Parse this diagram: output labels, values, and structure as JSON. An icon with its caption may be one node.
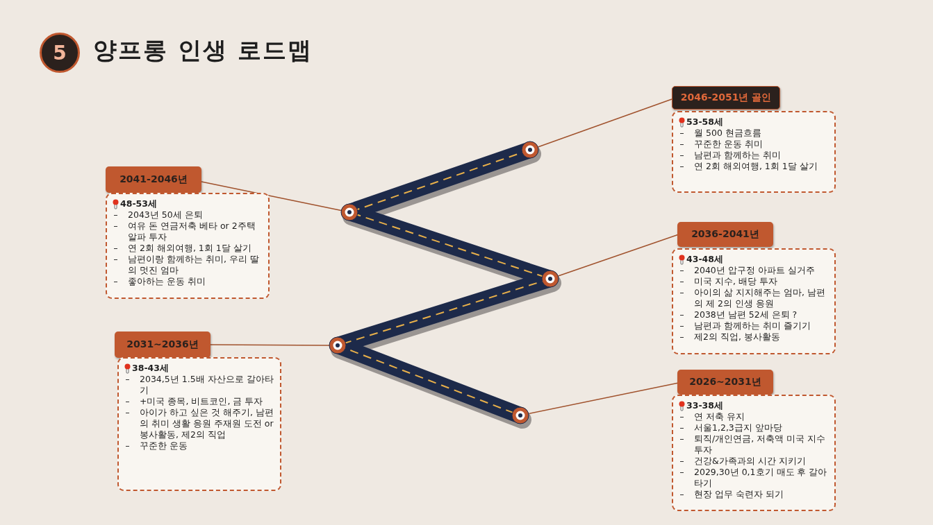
{
  "diagram": {
    "title": "양프롱 인생 로드맵",
    "nodes": [
      {
        "text": [
          "5"
        ]
      },
      {
        "text": [
          "2046-2051년 골인"
        ]
      },
      {
        "text": [
          "53-58세",
          "월 500 현금흐름",
          "꾸준한 운동 취미",
          "남편과 함께하는 취미",
          "연 2회 해외여행, 1회 1달 살기"
        ]
      },
      {
        "text": [
          "2041-2046년"
        ]
      },
      {
        "text": [
          "48-53세",
          "2043년 50세 은퇴",
          "여유 돈 연금저축 베타 or 2주택 알파 투자",
          "연 2회 해외여행, 1회 1달 살기",
          "남편이랑 함께하는 취미, 우리 딸의 멋진 엄마",
          "좋아하는 운동 취미"
        ]
      },
      {
        "text": [
          "2036-2041년"
        ]
      },
      {
        "text": [
          "43-48세",
          "2040년 압구정 아파트 실거주",
          "미국 지수, 배당 투자",
          "아이의 삶 지지해주는 엄마, 남편의 제 2의 인생 응원",
          "2038년 남편 52세 은퇴 ?",
          "남편과 함께하는 취미 즐기기",
          "제2의 직업, 봉사활동"
        ]
      },
      {
        "text": [
          "2031~2036년"
        ]
      },
      {
        "text": [
          "38-43세",
          "2034,5년 1.5배 자산으로 갈아타기",
          "+미국 종목, 비트코인, 금 투자",
          "아이가 하고 싶은 것 해주기, 남편의 취미 생활 응원 주재원 도전 or 봉사활동, 제2의 직업",
          "꾸준한 운동"
        ]
      },
      {
        "text": [
          "2026~2031년"
        ]
      },
      {
        "text": [
          "33-38세",
          "연 저축 유지",
          "서울1,2,3급지 앞마당",
          "퇴직/개인연금, 저축액 미국 지수 투자",
          "건강&가족과의 시간 지키기",
          "2029,30년 0,1호기 매도 후 갈아타기",
          "현장 업무 숙련자 되기"
        ]
      },
      {
        "text": [],
        "shape": "circle"
      },
      {
        "text": [],
        "shape": "circle"
      },
      {
        "text": [],
        "shape": "circle"
      },
      {
        "text": [],
        "shape": "circle"
      },
      {
        "text": [],
        "shape": "circle"
      }
    ],
    "edges": [
      {
        "from": 11,
        "to": 1,
        "arrow": "none"
      },
      {
        "from": 12,
        "to": 3,
        "arrow": "none"
      },
      {
        "from": 13,
        "to": 5,
        "arrow": "none"
      },
      {
        "from": 14,
        "to": 7,
        "arrow": "none"
      },
      {
        "from": 15,
        "to": 9,
        "arrow": "none"
      }
    ]
  }
}
